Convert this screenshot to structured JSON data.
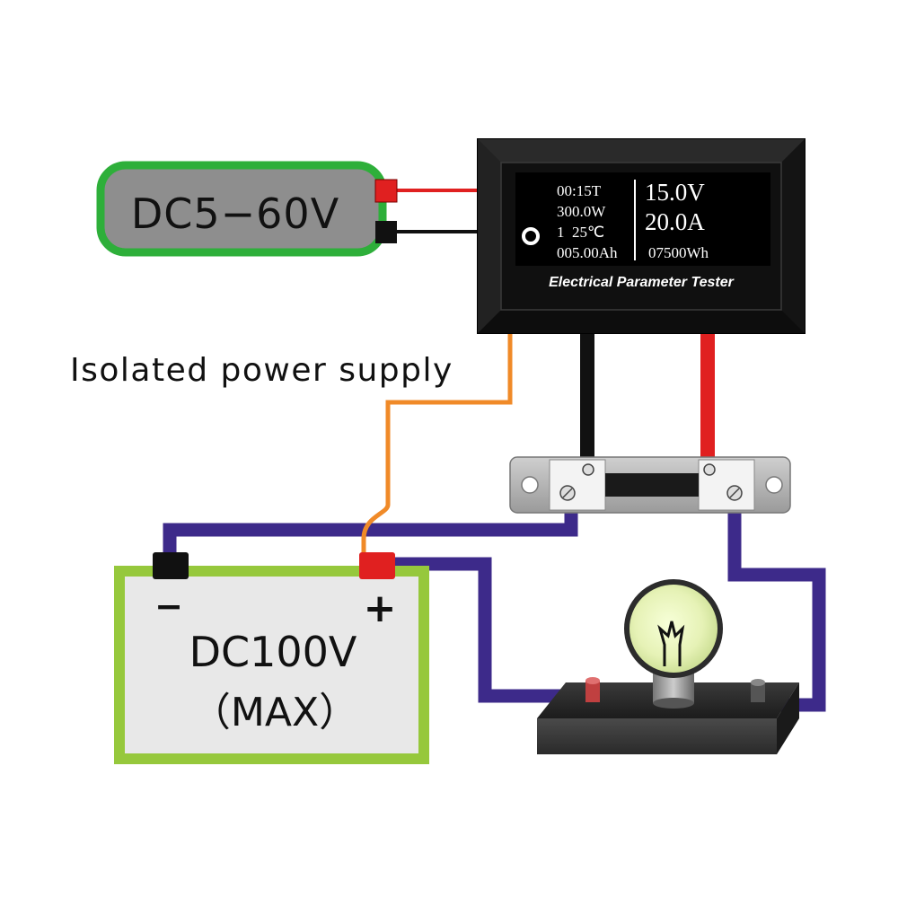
{
  "power_supply": {
    "label": "DC5−60V"
  },
  "isolated_label": "Isolated power supply",
  "battery": {
    "minus": "−",
    "plus": "+",
    "voltage": "DC100V",
    "max": "（MAX）"
  },
  "meter": {
    "display": {
      "time": "00:15T",
      "power": "300.0W",
      "temp": "1  25℃",
      "capacity": "005.00Ah",
      "voltage": "15.0V",
      "current": "20.0A",
      "energy": "07500Wh"
    },
    "caption": "Electrical Parameter Tester"
  },
  "colors": {
    "supply_green": "#2eaf3a",
    "supply_gray": "#8e8e8e",
    "battery_green": "#96c83c",
    "battery_fill": "#e8e8e8",
    "wire_purple": "#3d2a8a",
    "wire_orange": "#f08a28",
    "wire_red": "#e02020",
    "wire_black": "#111111",
    "meter_body": "#1a1a1a"
  }
}
